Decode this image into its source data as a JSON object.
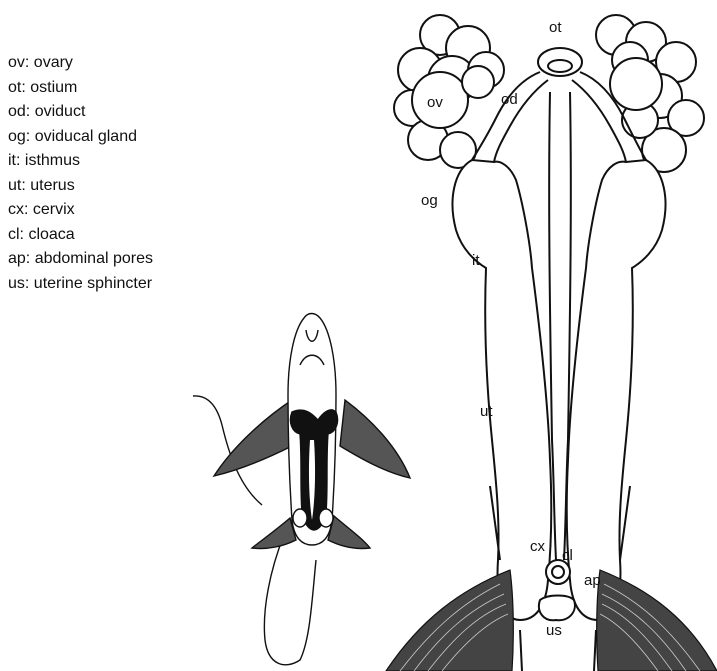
{
  "legend": [
    "ov: ovary",
    "ot: ostium",
    "od: oviduct",
    "og: oviducal gland",
    "it: isthmus",
    "ut: uterus",
    "cx: cervix",
    "cl: cloaca",
    "ap: abdominal pores",
    "us: uterine sphincter"
  ],
  "labels": {
    "ot": "ot",
    "ov": "ov",
    "od": "od",
    "og": "og",
    "it": "it",
    "ut": "ut",
    "cx": "cx",
    "cl": "cl",
    "ap": "ap",
    "us": "us"
  },
  "colors": {
    "ink": "#111111",
    "background": "#ffffff"
  }
}
